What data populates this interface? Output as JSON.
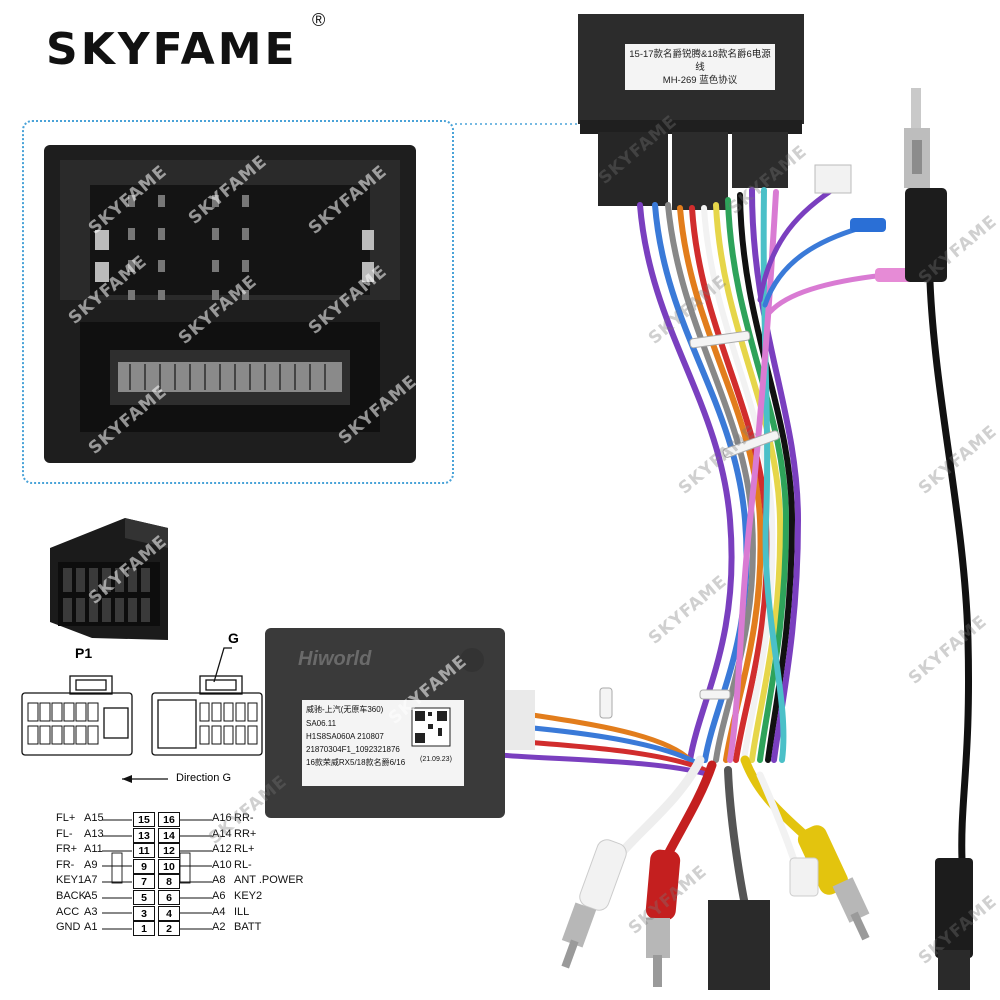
{
  "brand": {
    "logo_text": "SKYFAME",
    "registered_mark": "®",
    "watermark": "SKYFAME"
  },
  "top_connector_label": {
    "line1": "15-17款名爵锐腾&18款名爵6电源线",
    "line2": "MH-269 蓝色协议"
  },
  "decoder_box": {
    "brand": "Hiworld",
    "label_line1": "威驰-上汽(无原车360)",
    "label_line2": "SA06.11",
    "label_line3": "H1S8SA060A  210807",
    "label_line4": "21870304F1_1092321876",
    "label_date": "(21.09.23)",
    "label_line5": "16款荣威RX5/18款名爵6/16"
  },
  "diagram": {
    "p1_label": "P1",
    "g_label": "G",
    "direction_label": "Direction G",
    "pins": [
      {
        "left_sig": "FL+",
        "left_pin": "A15",
        "num_l": "15",
        "num_r": "16",
        "right_pin": "A16",
        "right_sig": "RR-"
      },
      {
        "left_sig": "FL-",
        "left_pin": "A13",
        "num_l": "13",
        "num_r": "14",
        "right_pin": "A14",
        "right_sig": "RR+"
      },
      {
        "left_sig": "FR+",
        "left_pin": "A11",
        "num_l": "11",
        "num_r": "12",
        "right_pin": "A12",
        "right_sig": "RL+"
      },
      {
        "left_sig": "FR-",
        "left_pin": "A9",
        "num_l": "9",
        "num_r": "10",
        "right_pin": "A10",
        "right_sig": "RL-"
      },
      {
        "left_sig": "KEY1",
        "left_pin": "A7",
        "num_l": "7",
        "num_r": "8",
        "right_pin": "A8",
        "right_sig": "ANT .POWER"
      },
      {
        "left_sig": "BACK",
        "left_pin": "A5",
        "num_l": "5",
        "num_r": "6",
        "right_pin": "A6",
        "right_sig": "KEY2"
      },
      {
        "left_sig": "ACC",
        "left_pin": "A3",
        "num_l": "3",
        "num_r": "4",
        "right_pin": "A4",
        "right_sig": "ILL"
      },
      {
        "left_sig": "GND",
        "left_pin": "A1",
        "num_l": "1",
        "num_r": "2",
        "right_pin": "A2",
        "right_sig": "BATT"
      }
    ]
  },
  "colors": {
    "accent_dotted": "#4aa3d8",
    "plastic": "#2b2b2b",
    "box": "#3a3a3a"
  }
}
